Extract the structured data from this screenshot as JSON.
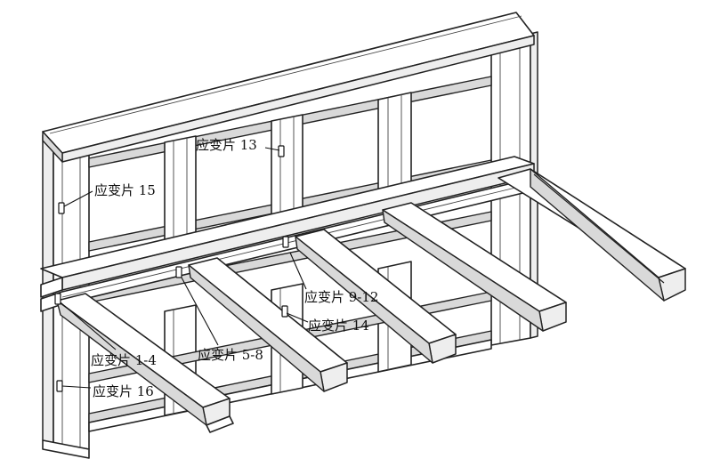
{
  "labels": {
    "g13": "应变片 13",
    "g15": "应变片 15",
    "g9_12": "应变片 9-12",
    "g14": "应变片 14",
    "g1_4": "应变片 1-4",
    "g5_8": "应变片 5-8",
    "g16": "应变片 16"
  }
}
